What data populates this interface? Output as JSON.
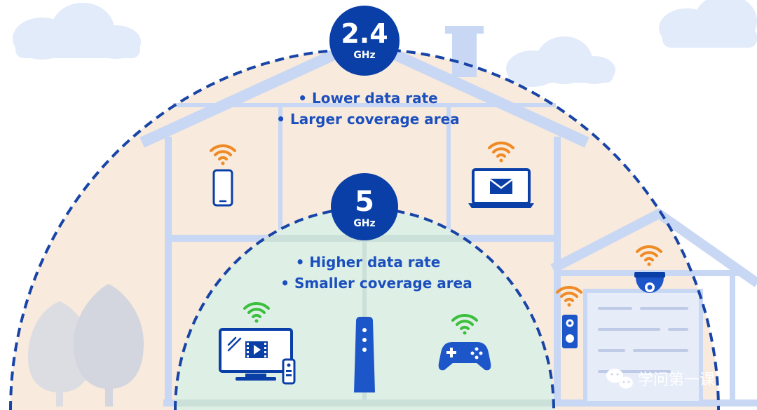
{
  "bands": {
    "band_24": {
      "number": "2.4",
      "unit": "GHz",
      "points": [
        "• Lower data rate",
        "• Larger coverage area"
      ]
    },
    "band_5": {
      "number": "5",
      "unit": "GHz",
      "points": [
        "• Higher data rate",
        "• Smaller coverage area"
      ]
    }
  },
  "devices": {
    "band_24": [
      "smartphone",
      "laptop-email",
      "doorbell",
      "security-camera"
    ],
    "band_5": [
      "smart-tv",
      "wifi-router",
      "game-controller"
    ]
  },
  "colors": {
    "badge": "#0a3fa8",
    "text": "#1b4fbd",
    "dash": "#1744a6",
    "wifi_24": "#f08a24",
    "wifi_5": "#3cbf3c",
    "house": "#c8d7f3",
    "outer_fill": "#f8eadc",
    "inner_fill": "#def0e6"
  },
  "watermark": {
    "text": "学问第一课"
  }
}
